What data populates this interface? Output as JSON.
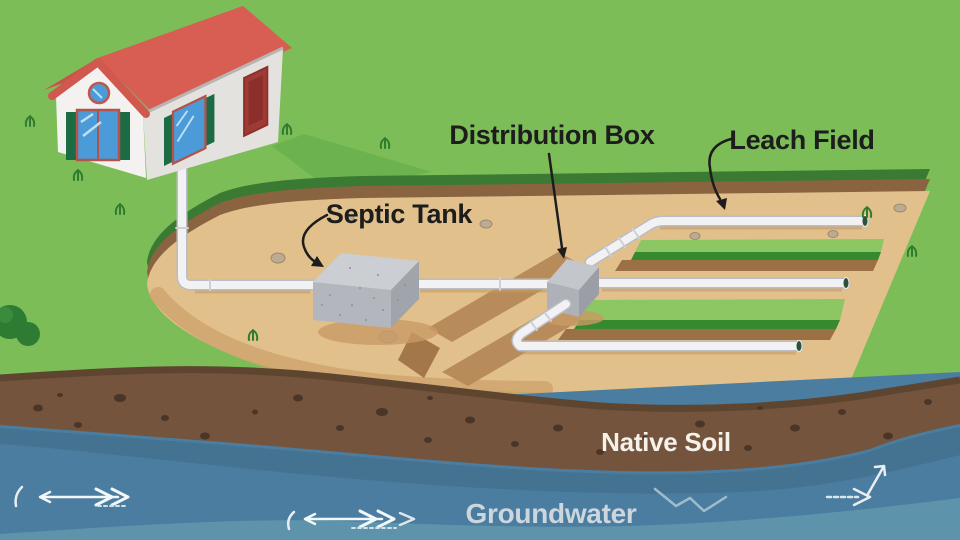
{
  "diagram": {
    "title": "Septic system cross-section illustration",
    "labels": {
      "septic_tank": "Septic Tank",
      "distribution_box": "Distribution Box",
      "leach_field": "Leach Field",
      "native_soil": "Native Soil",
      "groundwater": "Groundwater"
    },
    "colors": {
      "grass_green": "#7cbd58",
      "pit_sand_tan": "#e2c08c",
      "pit_rim_dark_green": "#3a7a33",
      "pit_rim_brown": "#8a6340",
      "trench_mound_brown": "#b78c5a",
      "leach_strip_light_green": "#8cc763",
      "leach_strip_dark_green": "#37892f",
      "leach_strip_trench_brown": "#9b7044",
      "concrete_gray": "#b3b7bd",
      "pipe_white": "#f2f2f4",
      "pipe_end_cap_green": "#2d5138",
      "native_soil_brown": "#74543c",
      "soil_rock_brown": "#4a3629",
      "groundwater_blue": "#4a7da0",
      "groundwater_light_blue": "#5e93ac",
      "house_roof_red": "#d85e54",
      "house_wall_white": "#f3f2f0",
      "house_shutter_green": "#1c6b45",
      "house_window_blue": "#4a9bd8",
      "house_door_red": "#a03a34",
      "label_text_dark": "#1d1d1d",
      "label_text_white": "#f5f2ec",
      "groundwater_text": "#ccd6dd"
    }
  }
}
